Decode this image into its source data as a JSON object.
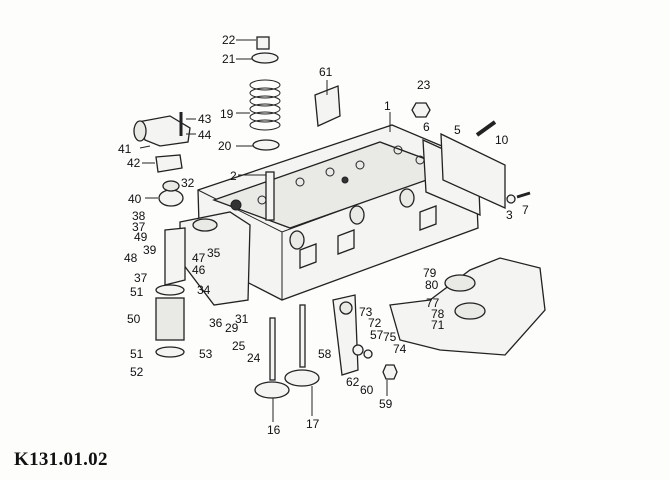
{
  "diagram": {
    "reference_code": "K131.01.02",
    "labels": [
      {
        "id": "22",
        "text": "22"
      },
      {
        "id": "21",
        "text": "21"
      },
      {
        "id": "61",
        "text": "61"
      },
      {
        "id": "23",
        "text": "23"
      },
      {
        "id": "1",
        "text": "1"
      },
      {
        "id": "19",
        "text": "19"
      },
      {
        "id": "43",
        "text": "43"
      },
      {
        "id": "44",
        "text": "44"
      },
      {
        "id": "41",
        "text": "41"
      },
      {
        "id": "20",
        "text": "20"
      },
      {
        "id": "6",
        "text": "6"
      },
      {
        "id": "5",
        "text": "5"
      },
      {
        "id": "10",
        "text": "10"
      },
      {
        "id": "42",
        "text": "42"
      },
      {
        "id": "2",
        "text": "2"
      },
      {
        "id": "32",
        "text": "32"
      },
      {
        "id": "40",
        "text": "40"
      },
      {
        "id": "3",
        "text": "3"
      },
      {
        "id": "7",
        "text": "7"
      },
      {
        "id": "38",
        "text": "38"
      },
      {
        "id": "37a",
        "text": "37"
      },
      {
        "id": "49",
        "text": "49"
      },
      {
        "id": "48",
        "text": "48"
      },
      {
        "id": "39",
        "text": "39"
      },
      {
        "id": "47",
        "text": "47"
      },
      {
        "id": "35",
        "text": "35"
      },
      {
        "id": "46",
        "text": "46"
      },
      {
        "id": "37b",
        "text": "37"
      },
      {
        "id": "34",
        "text": "34"
      },
      {
        "id": "51a",
        "text": "51"
      },
      {
        "id": "79",
        "text": "79"
      },
      {
        "id": "80",
        "text": "80"
      },
      {
        "id": "77",
        "text": "77"
      },
      {
        "id": "73",
        "text": "73"
      },
      {
        "id": "78",
        "text": "78"
      },
      {
        "id": "72",
        "text": "72"
      },
      {
        "id": "71",
        "text": "71"
      },
      {
        "id": "50",
        "text": "50"
      },
      {
        "id": "36",
        "text": "36"
      },
      {
        "id": "29",
        "text": "29"
      },
      {
        "id": "31",
        "text": "31"
      },
      {
        "id": "57",
        "text": "57"
      },
      {
        "id": "75",
        "text": "75"
      },
      {
        "id": "74",
        "text": "74"
      },
      {
        "id": "25",
        "text": "25"
      },
      {
        "id": "24",
        "text": "24"
      },
      {
        "id": "58",
        "text": "58"
      },
      {
        "id": "51b",
        "text": "51"
      },
      {
        "id": "53",
        "text": "53"
      },
      {
        "id": "52",
        "text": "52"
      },
      {
        "id": "62",
        "text": "62"
      },
      {
        "id": "60",
        "text": "60"
      },
      {
        "id": "59",
        "text": "59"
      },
      {
        "id": "16",
        "text": "16"
      },
      {
        "id": "17",
        "text": "17"
      }
    ]
  }
}
